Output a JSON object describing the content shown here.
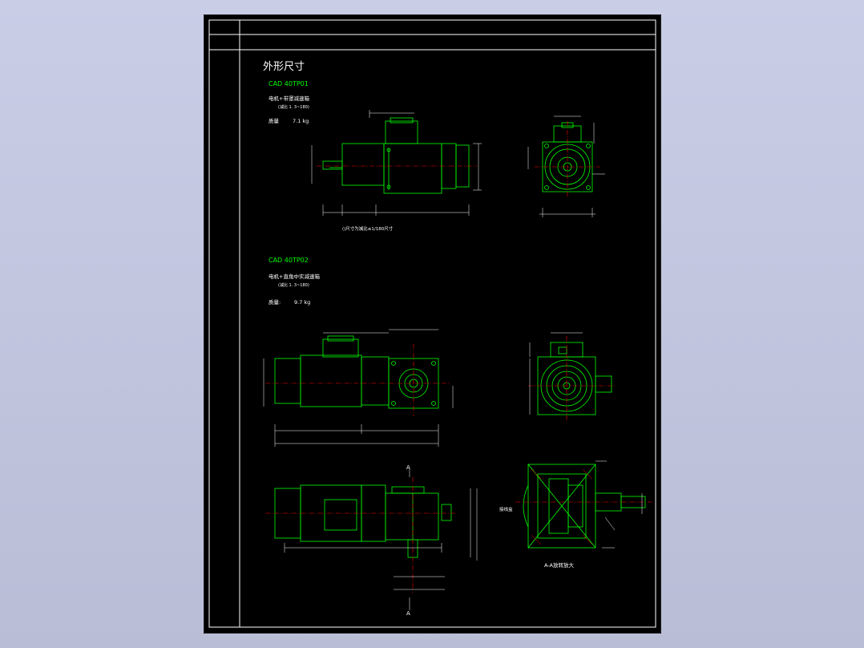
{
  "sheet": {
    "title": "外形尺寸",
    "background": "#000000",
    "line_color": "#00ff00",
    "center_line_color": "#ff0000",
    "text_color": "#ffffff"
  },
  "model1": {
    "code": "CAD  40TP01",
    "desc": "电机+带罩减速箱",
    "ratio": "(减比 1. 3~180)",
    "weight_label": "质量",
    "weight_value": "7.1 kg",
    "note": "()尺寸为减比≤1/180尺寸"
  },
  "model2": {
    "code": "CAD  40TP02",
    "desc": "电机+直角中实减速箱",
    "ratio": "(减比 1. 3~180)",
    "weight_label": "质量:",
    "weight_value": "9.7 kg"
  },
  "section": {
    "label_a_top": "A",
    "label_a_bottom": "A",
    "title": "A-A放转放大",
    "side_note": "接线盒"
  }
}
